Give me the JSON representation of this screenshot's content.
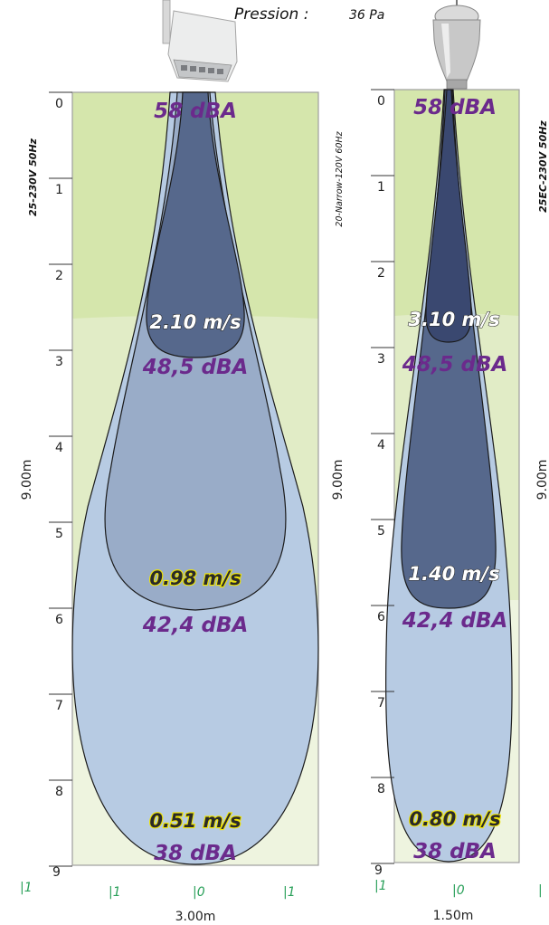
{
  "pressure": {
    "label": "Pression :",
    "value": "36 Pa"
  },
  "left_panel": {
    "model": "25-230V 50Hz",
    "distance": "9.00m",
    "width": "3.00m",
    "ticks": [
      "0",
      "1",
      "2",
      "3",
      "4",
      "5",
      "6",
      "7",
      "8",
      "9"
    ],
    "bottom_marks": [
      "|1",
      "|1",
      "|0",
      "|1"
    ],
    "labels": {
      "db_top": "58 dBA",
      "speed_1": "2.10 m/s",
      "db_2": "48,5 dBA",
      "speed_2": "0.98 m/s",
      "db_3": "42,4 dBA",
      "speed_3": "0.51 m/s",
      "db_4": "38 dBA"
    }
  },
  "right_panel": {
    "model_left": "20-Narrow-120V 60Hz",
    "model_right": "25EC-230V 50Hz",
    "distance": "9.00m",
    "distance_right": "9.00m",
    "width": "1.50m",
    "ticks": [
      "0",
      "1",
      "2",
      "3",
      "4",
      "5",
      "6",
      "7",
      "8",
      "9"
    ],
    "bottom_marks": [
      "|1",
      "|0",
      "|"
    ],
    "labels": {
      "db_top": "58 dBA",
      "speed_1": "3.10 m/s",
      "db_2": "48,5 dBA",
      "speed_2": "1.40 m/s",
      "db_3": "42,4 dBA",
      "speed_3": "0.80 m/s",
      "db_4": "38 dBA"
    }
  },
  "colors": {
    "zone_high": "#d5e6ac",
    "zone_mid": "#e1ecc6",
    "zone_low": "#eef4df",
    "plume_outer": "#b7cbe3",
    "plume_mid": "#99acc8",
    "plume_core": "#56688c",
    "plume_narrow": "#3a4870",
    "label_purple": "#6b2a8c"
  }
}
